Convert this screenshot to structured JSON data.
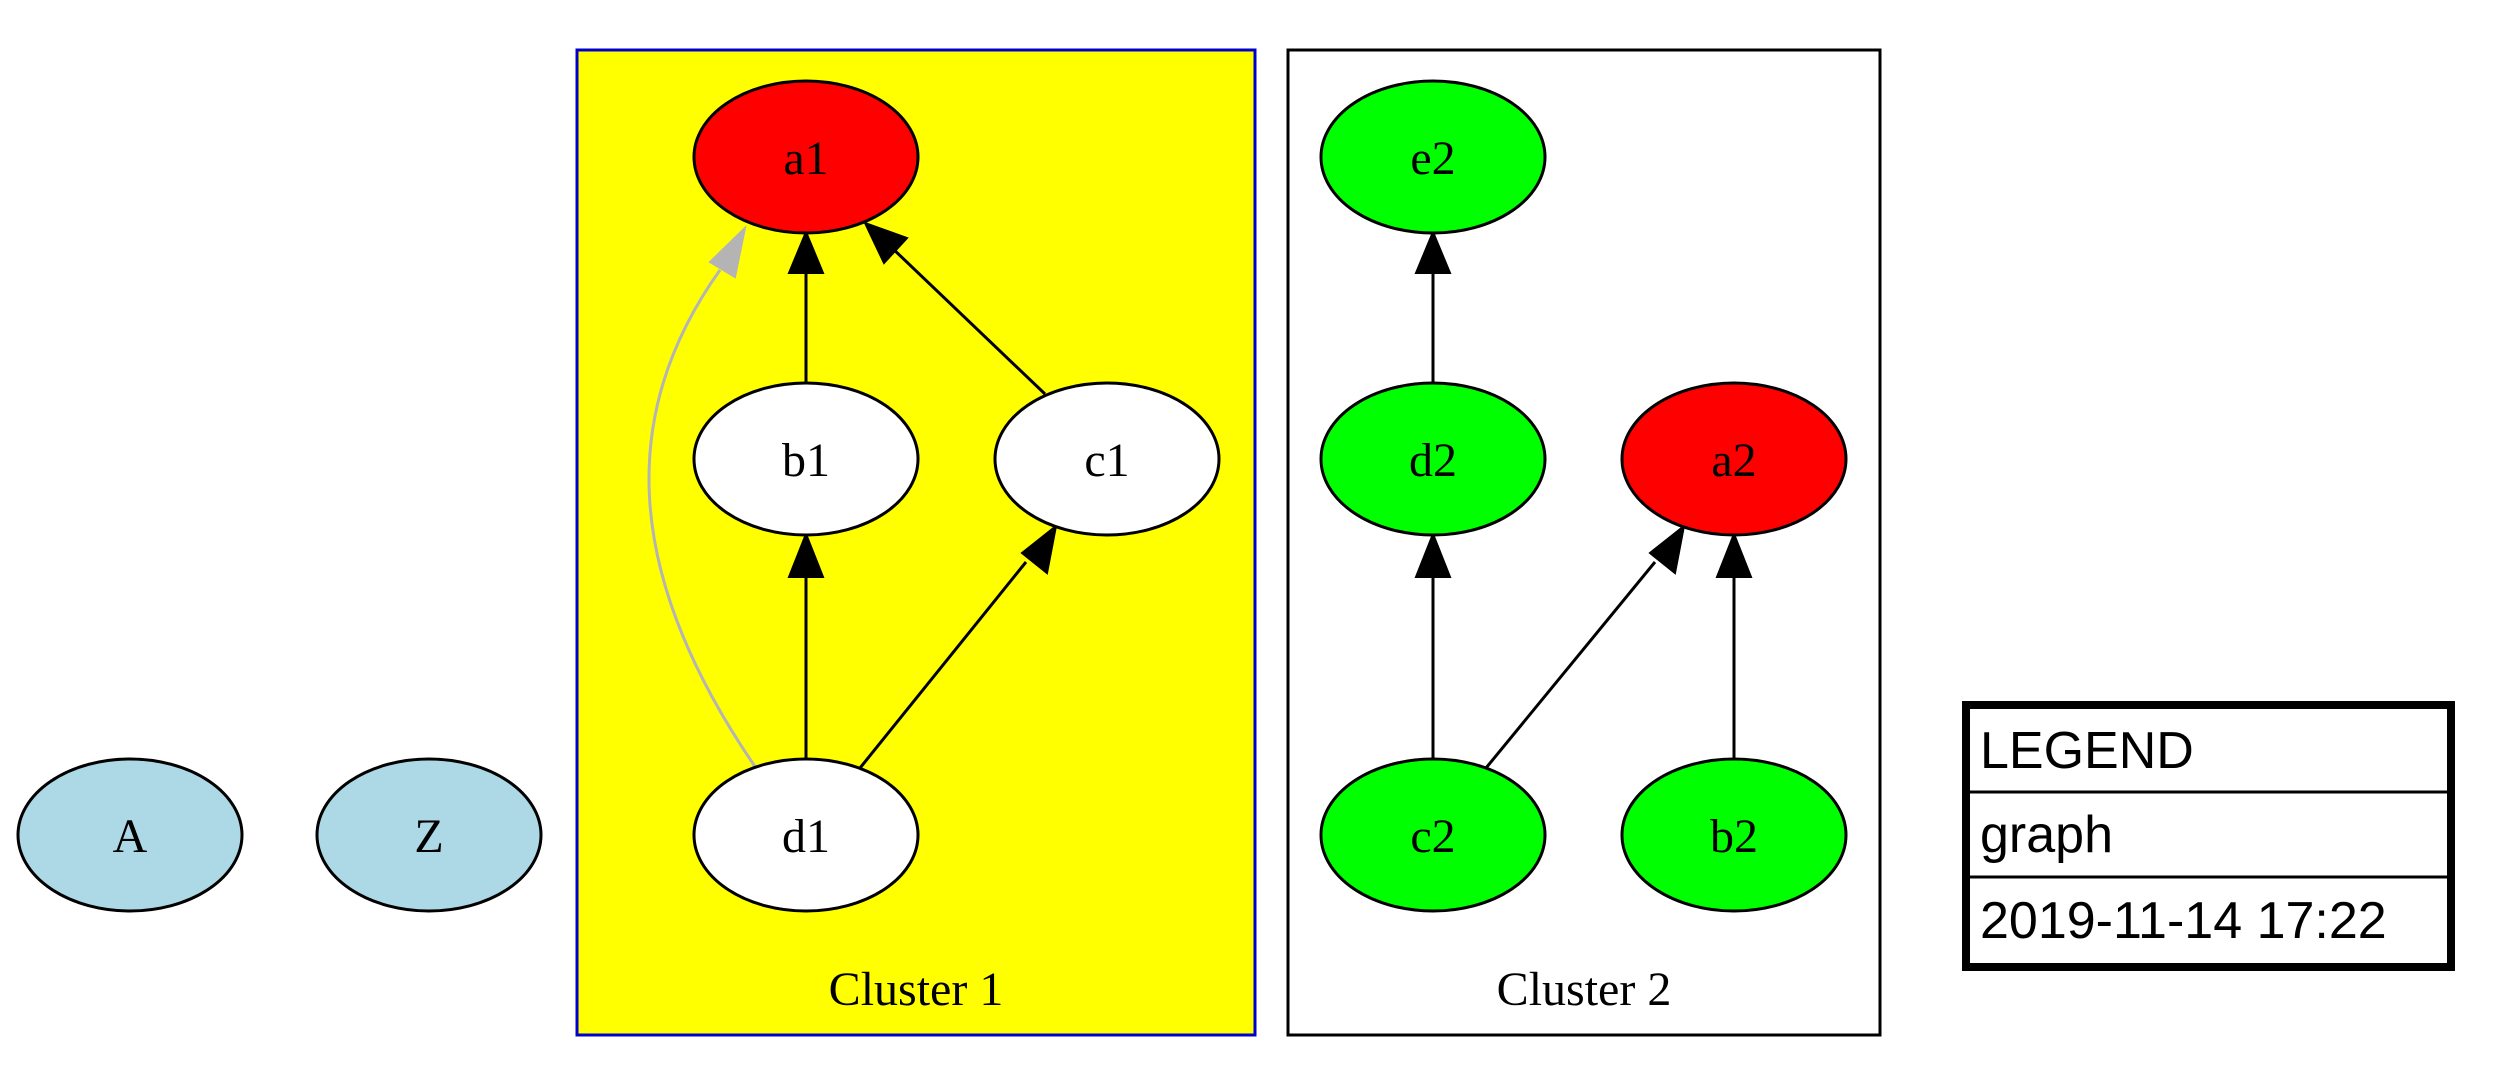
{
  "colors": {
    "cluster1_fill": "#ffff00",
    "cluster1_border": "#0000cc",
    "cluster2_fill": "#ffffff",
    "cluster2_border": "#000000",
    "red_node": "#ff0000",
    "green_node": "#00ff00",
    "white_node": "#ffffff",
    "blue_node": "#add8e6",
    "edge": "#000000",
    "edge_gray": "#b4b4b4"
  },
  "clusters": {
    "cluster1": {
      "label": "Cluster 1"
    },
    "cluster2": {
      "label": "Cluster 2"
    }
  },
  "nodes": {
    "A": {
      "label": "A",
      "color": "blue"
    },
    "Z": {
      "label": "Z",
      "color": "blue"
    },
    "a1": {
      "label": "a1",
      "color": "red"
    },
    "b1": {
      "label": "b1",
      "color": "white"
    },
    "c1": {
      "label": "c1",
      "color": "white"
    },
    "d1": {
      "label": "d1",
      "color": "white"
    },
    "e2": {
      "label": "e2",
      "color": "green"
    },
    "d2": {
      "label": "d2",
      "color": "green"
    },
    "a2": {
      "label": "a2",
      "color": "red"
    },
    "c2": {
      "label": "c2",
      "color": "green"
    },
    "b2": {
      "label": "b2",
      "color": "green"
    }
  },
  "edges": [
    {
      "from": "b1",
      "to": "a1",
      "color": "black"
    },
    {
      "from": "c1",
      "to": "a1",
      "color": "black"
    },
    {
      "from": "d1",
      "to": "a1",
      "color": "gray"
    },
    {
      "from": "d1",
      "to": "b1",
      "color": "black"
    },
    {
      "from": "d1",
      "to": "c1",
      "color": "black"
    },
    {
      "from": "d2",
      "to": "e2",
      "color": "black"
    },
    {
      "from": "c2",
      "to": "d2",
      "color": "black"
    },
    {
      "from": "c2",
      "to": "a2",
      "color": "black"
    },
    {
      "from": "b2",
      "to": "a2",
      "color": "black"
    }
  ],
  "legend": {
    "rows": [
      "LEGEND",
      "graph",
      "2019-11-14 17:22"
    ]
  }
}
